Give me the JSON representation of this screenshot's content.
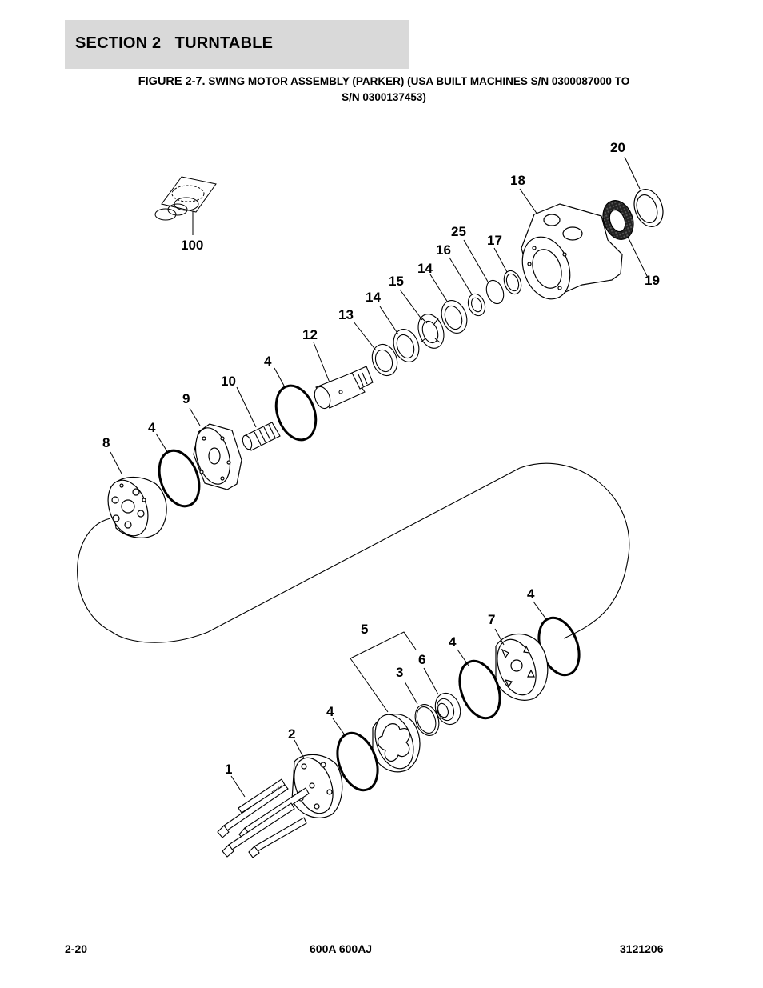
{
  "header": {
    "section": "SECTION 2   TURNTABLE",
    "figure_label": "FIGURE 2-7.",
    "figure_title_line1": "SWING MOTOR ASSEMBLY (PARKER) (USA BUILT MACHINES S/N 0300087000 TO",
    "figure_title_line2": "S/N 0300137453)"
  },
  "callouts": {
    "c1": "1",
    "c2": "2",
    "c3": "3",
    "c4a": "4",
    "c4b": "4",
    "c4c": "4",
    "c4d": "4",
    "c4e": "4",
    "c5": "5",
    "c6": "6",
    "c7": "7",
    "c8": "8",
    "c9": "9",
    "c10": "10",
    "c12": "12",
    "c13": "13",
    "c14a": "14",
    "c14b": "14",
    "c15": "15",
    "c16": "16",
    "c17": "17",
    "c18": "18",
    "c19": "19",
    "c20": "20",
    "c25": "25",
    "c100": "100"
  },
  "footer": {
    "page": "2-20",
    "model": "600A 600AJ",
    "doc_number": "3121206"
  }
}
